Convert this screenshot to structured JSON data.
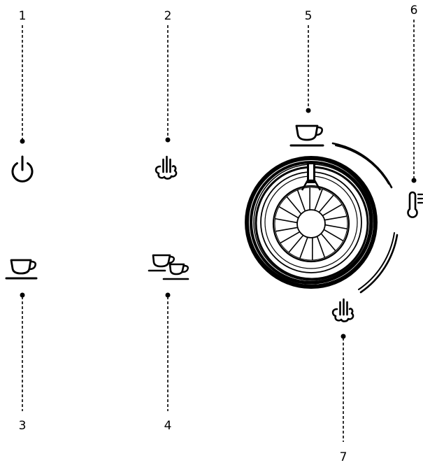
{
  "callouts": [
    {
      "number": "1",
      "icon": "power-icon"
    },
    {
      "number": "2",
      "icon": "steam-icon"
    },
    {
      "number": "3",
      "icon": "single-cup-icon"
    },
    {
      "number": "4",
      "icon": "double-cup-icon"
    },
    {
      "number": "5",
      "icon": "coffee-cup-icon"
    },
    {
      "number": "6",
      "icon": "thermometer-icon"
    },
    {
      "number": "7",
      "icon": "steam-icon"
    }
  ],
  "colors": {
    "ink": "#000000",
    "background": "#ffffff"
  }
}
